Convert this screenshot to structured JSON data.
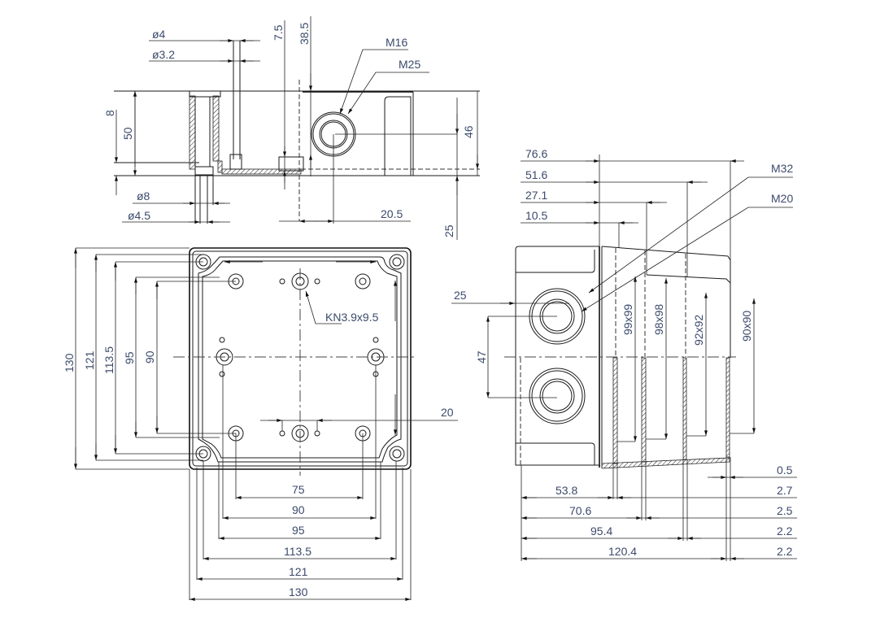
{
  "colors": {
    "text": "#3b4a6b",
    "line": "#1a1a1a"
  },
  "side_view": {
    "labels": {
      "d4": "ø4",
      "d3_2": "ø3.2",
      "d8": "ø8",
      "d4_5": "ø4.5",
      "h8": "8",
      "h50": "50",
      "h7_5": "7.5",
      "h38_5": "38.5",
      "m16": "M16",
      "m25": "M25",
      "h46": "46",
      "h25": "25",
      "w20_5": "20.5"
    }
  },
  "bottom_view": {
    "labels": {
      "kn": "KN3.9x9.5",
      "v130": "130",
      "v121": "121",
      "v113_5": "113.5",
      "v95": "95",
      "v90": "90",
      "h20": "20",
      "h75": "75",
      "h90": "90",
      "h95": "95",
      "h113_5": "113.5",
      "h121": "121",
      "h130": "130"
    }
  },
  "section_view": {
    "labels": {
      "t76_6": "76.6",
      "t51_6": "51.6",
      "t27_1": "27.1",
      "t10_5": "10.5",
      "m32": "M32",
      "m20": "M20",
      "s25": "25",
      "s47": "47",
      "r99": "99x99",
      "r98": "98x98",
      "r92": "92x92",
      "r90": "90x90",
      "b53_8": "53.8",
      "b70_6": "70.6",
      "b95_4": "95.4",
      "b120_4": "120.4",
      "w0_5": "0.5",
      "w2_7": "2.7",
      "w2_5": "2.5",
      "w2_2a": "2.2",
      "w2_2b": "2.2"
    }
  }
}
